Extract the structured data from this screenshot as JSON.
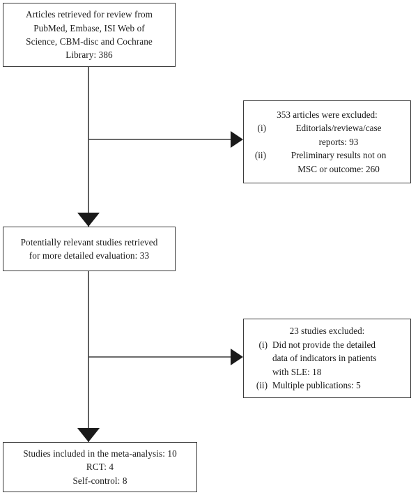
{
  "diagram": {
    "type": "prisma-flow-diagram",
    "line_color": "#3b3b3b",
    "background_color": "#ffffff",
    "nodes": {
      "retrieved": {
        "lines": [
          "Articles retrieved for review from",
          "PubMed, Embase, ISI Web of",
          "Science, CBM-disc and Cochrane",
          "Library: 386"
        ]
      },
      "relevant": {
        "lines": [
          "Potentially relevant studies retrieved",
          "for more detailed evaluation: 33"
        ]
      },
      "included": {
        "lines": [
          "Studies included in the meta-analysis: 10",
          "RCT: 4",
          "Self-control: 8"
        ]
      },
      "excluded_1": {
        "title": "353 articles were excluded:",
        "items": [
          {
            "marker": "(i)",
            "text": "Editorials/reviewa/case\nreports: 93"
          },
          {
            "marker": "(ii)",
            "text": "Preliminary results not on\nMSC or outcome: 260"
          }
        ]
      },
      "excluded_2": {
        "title": "23 studies excluded:",
        "items": [
          {
            "marker": "(i)",
            "text": "Did not provide the detailed\ndata of indicators in patients\nwith SLE: 18"
          },
          {
            "marker": "(ii)",
            "text": "Multiple publications: 5"
          }
        ]
      }
    },
    "connectors": [
      {
        "name": "retrieved-to-excluded-1",
        "direction": "right"
      },
      {
        "name": "retrieved-to-relevant",
        "direction": "down"
      },
      {
        "name": "relevant-to-excluded-2",
        "direction": "right"
      },
      {
        "name": "relevant-to-included",
        "direction": "down"
      }
    ]
  }
}
